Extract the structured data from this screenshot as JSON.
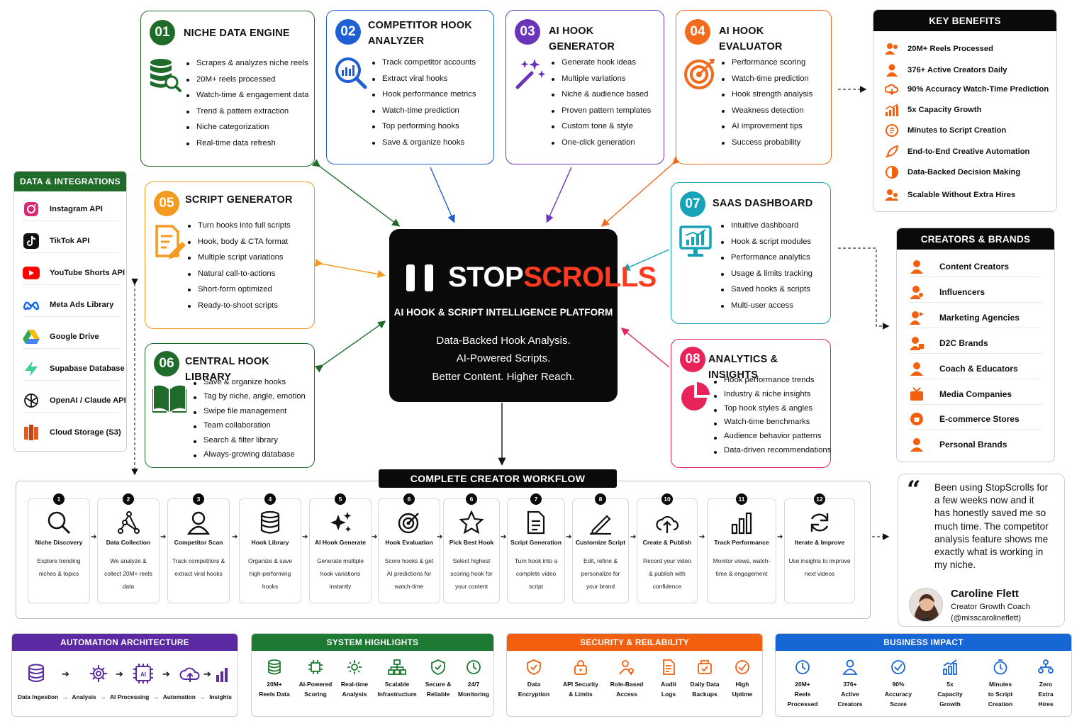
{
  "modules": [
    {
      "num": "01",
      "title": "NICHE DATA ENGINE",
      "color": "#1e6b2a",
      "icon": "database-search-icon",
      "bullets": [
        "Scrapes & analyzes niche reels",
        "20M+ reels processed",
        "Watch-time & engagement data",
        "Trend & pattern extraction",
        "Niche categorization",
        "Real-time data refresh"
      ]
    },
    {
      "num": "02",
      "title": "COMPETITOR HOOK ANALYZER",
      "color": "#1e5fd1",
      "icon": "magnifier-chart-icon",
      "bullets": [
        "Track competitor accounts",
        "Extract viral hooks",
        "Hook performance metrics",
        "Watch-time prediction",
        "Top performing hooks",
        "Save & organize hooks"
      ]
    },
    {
      "num": "03",
      "title": "AI HOOK GENERATOR",
      "color": "#6a35b8",
      "icon": "magic-wand-icon",
      "bullets": [
        "Generate hook ideas",
        "Multiple variations",
        "Niche & audience based",
        "Proven pattern templates",
        "Custom tone & style",
        "One-click generation"
      ]
    },
    {
      "num": "04",
      "title": "AI HOOK EVALUATOR",
      "color": "#f26a1b",
      "icon": "target-icon",
      "bullets": [
        "Performance scoring",
        "Watch-time prediction",
        "Hook strength analysis",
        "Weakness detection",
        "AI improvement tips",
        "Success probability"
      ]
    },
    {
      "num": "05",
      "title": "SCRIPT GENERATOR",
      "color": "#f39a1f",
      "icon": "document-pencil-icon",
      "bullets": [
        "Turn hooks into full scripts",
        "Hook, body & CTA format",
        "Multiple script variations",
        "Natural call-to-actions",
        "Short-form optimized",
        "Ready-to-shoot scripts"
      ]
    },
    {
      "num": "06",
      "title": "CENTRAL HOOK LIBRARY",
      "color": "#1e6b2a",
      "icon": "open-book-icon",
      "bullets": [
        "Save & organize hooks",
        "Tag by niche, angle, emotion",
        "Swipe file management",
        "Team collaboration",
        "Search & filter library",
        "Always-growing database"
      ]
    },
    {
      "num": "07",
      "title": "SAAS DASHBOARD",
      "color": "#16a2b8",
      "icon": "monitor-chart-icon",
      "bullets": [
        "Intuitive dashboard",
        "Hook & script modules",
        "Performance analytics",
        "Usage & limits tracking",
        "Saved hooks & scripts",
        "Multi-user access"
      ]
    },
    {
      "num": "08",
      "title": "ANALYTICS & INSIGHTS",
      "color": "#e8235a",
      "icon": "pie-chart-icon",
      "bullets": [
        "Hook performance trends",
        "Industry & niche insights",
        "Top hook styles & angles",
        "Watch-time benchmarks",
        "Audience behavior patterns",
        "Data-driven recommendations"
      ]
    }
  ],
  "center": {
    "brand_a": "STOP",
    "brand_b": "SCROLLS",
    "subtitle": "AI HOOK & SCRIPT INTELLIGENCE PLATFORM",
    "tag1": "Data-Backed Hook Analysis.",
    "tag2": "AI-Powered Scripts.",
    "tag3": "Better Content. Higher Reach.",
    "accent": "#ff3b1f"
  },
  "key_benefits": {
    "title": "KEY BENEFITS",
    "items": [
      "20M+ Reels Processed",
      "376+ Active Creators Daily",
      "90% Accuracy Watch-Time Prediction",
      "5x Capacity Growth",
      "Minutes to Script Creation",
      "End-to-End Creative Automation",
      "Data-Backed Decision Making",
      "Scalable Without Extra Hires"
    ]
  },
  "creators": {
    "title": "CREATORS & BRANDS",
    "items": [
      "Content Creators",
      "Influencers",
      "Marketing Agencies",
      "D2C Brands",
      "Coach & Educators",
      "Media Companies",
      "E-commerce Stores",
      "Personal Brands"
    ]
  },
  "integrations": {
    "title": "DATA & INTEGRATIONS",
    "items": [
      {
        "label": "Instagram API",
        "icon": "instagram-icon"
      },
      {
        "label": "TikTok API",
        "icon": "tiktok-icon"
      },
      {
        "label": "YouTube Shorts API",
        "icon": "youtube-icon"
      },
      {
        "label": "Meta Ads Library",
        "icon": "meta-icon"
      },
      {
        "label": "Google Drive",
        "icon": "google-drive-icon"
      },
      {
        "label": "Supabase Database",
        "icon": "supabase-icon"
      },
      {
        "label": "OpenAI / Claude API",
        "icon": "openai-icon"
      },
      {
        "label": "Cloud Storage (S3)",
        "icon": "s3-icon"
      }
    ]
  },
  "workflow": {
    "title": "COMPLETE CREATOR WORKFLOW",
    "steps": [
      {
        "num": "1",
        "title": "Niche Discovery",
        "desc": "Explore trending niches & topics",
        "icon": "search-icon"
      },
      {
        "num": "2",
        "title": "Data Collection",
        "desc": "We analyze & collect 20M+ reels data",
        "icon": "nodes-icon"
      },
      {
        "num": "3",
        "title": "Competitor Scan",
        "desc": "Track competitors & extract viral hooks",
        "icon": "user-icon"
      },
      {
        "num": "4",
        "title": "Hook Library",
        "desc": "Organize & save high-performing hooks",
        "icon": "database-icon"
      },
      {
        "num": "5",
        "title": "AI Hook Generate",
        "desc": "Generate multiple hook variations instantly",
        "icon": "sparkle-icon"
      },
      {
        "num": "6",
        "title": "Hook Evaluation",
        "desc": "Score hooks & get AI predictions for watch-time",
        "icon": "target-icon"
      },
      {
        "num": "6",
        "title": "Pick Best Hook",
        "desc": "Select highest scoring hook for your content",
        "icon": "star-icon"
      },
      {
        "num": "7",
        "title": "Script Generation",
        "desc": "Turn hook into a complete video script",
        "icon": "document-icon"
      },
      {
        "num": "8",
        "title": "Customize Script",
        "desc": "Edit, refine & personalize for your brand",
        "icon": "pencil-icon"
      },
      {
        "num": "10",
        "title": "Create & Publish",
        "desc": "Record your video & publish with confidence",
        "icon": "cloud-upload-icon"
      },
      {
        "num": "11",
        "title": "Track Performance",
        "desc": "Monitor views, watch-time & engagement",
        "icon": "bar-chart-icon"
      },
      {
        "num": "12",
        "title": "Iterate & Improve",
        "desc": "Use insights to improve next videos",
        "icon": "refresh-icon"
      }
    ]
  },
  "testimonial": {
    "quote": "Been using StopScrolls for a few weeks now and it has honestly saved me so much time. The competitor analysis feature shows me exactly what is working in my niche.",
    "name": "Caroline Flett",
    "role": "Creator Growth Coach",
    "handle": "(@misscarolineflett)"
  },
  "bottom": {
    "automation": {
      "title": "AUTOMATION ARCHITECTURE",
      "color": "#5b2aa3",
      "flow": [
        "Data Ingestion",
        "Analysis",
        "AI Processing",
        "Automation",
        "Insights"
      ]
    },
    "system": {
      "title": "SYSTEM HIGHLIGHTS",
      "color": "#1e7a32",
      "items": [
        [
          "20M+",
          "Reels Data"
        ],
        [
          "AI-Powered",
          "Scoring"
        ],
        [
          "Real-time",
          "Analysis"
        ],
        [
          "Scalable",
          "Infrastructure"
        ],
        [
          "Secure &",
          "Reliable"
        ],
        [
          "24/7",
          "Monitoring"
        ]
      ]
    },
    "security": {
      "title": "SECURITY & REILABILITY",
      "color": "#f2600f",
      "items": [
        [
          "Data",
          "Encryption"
        ],
        [
          "API Security",
          "& Limits"
        ],
        [
          "Role-Based",
          "Access"
        ],
        [
          "Audit",
          "Logs"
        ],
        [
          "Daily Data",
          "Backups"
        ],
        [
          "High",
          "Uptime"
        ]
      ]
    },
    "impact": {
      "title": "BUSINESS IMPACT",
      "color": "#1766d6",
      "items": [
        [
          "20M+",
          "Reels",
          "Processed"
        ],
        [
          "376+",
          "Active",
          "Creators"
        ],
        [
          "90%",
          "Accuracy",
          "Score"
        ],
        [
          "5x",
          "Capacity",
          "Growth"
        ],
        [
          "Minutes",
          "to Script",
          "Creation"
        ],
        [
          "Zero",
          "Extra",
          "Hires"
        ]
      ]
    }
  }
}
